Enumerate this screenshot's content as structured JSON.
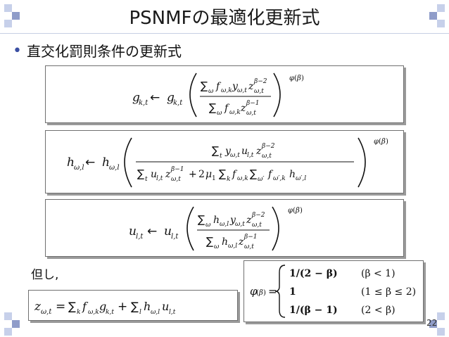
{
  "slide": {
    "title": "PSNMFの最適化更新式",
    "bullet": "直交化罰則条件の更新式",
    "note": "但し,",
    "page_number": "22"
  },
  "colors": {
    "accent": "#3a4fa3",
    "square_light": "#c7d0ea",
    "square_dark": "#8f9cc9",
    "box_border": "#707070"
  }
}
